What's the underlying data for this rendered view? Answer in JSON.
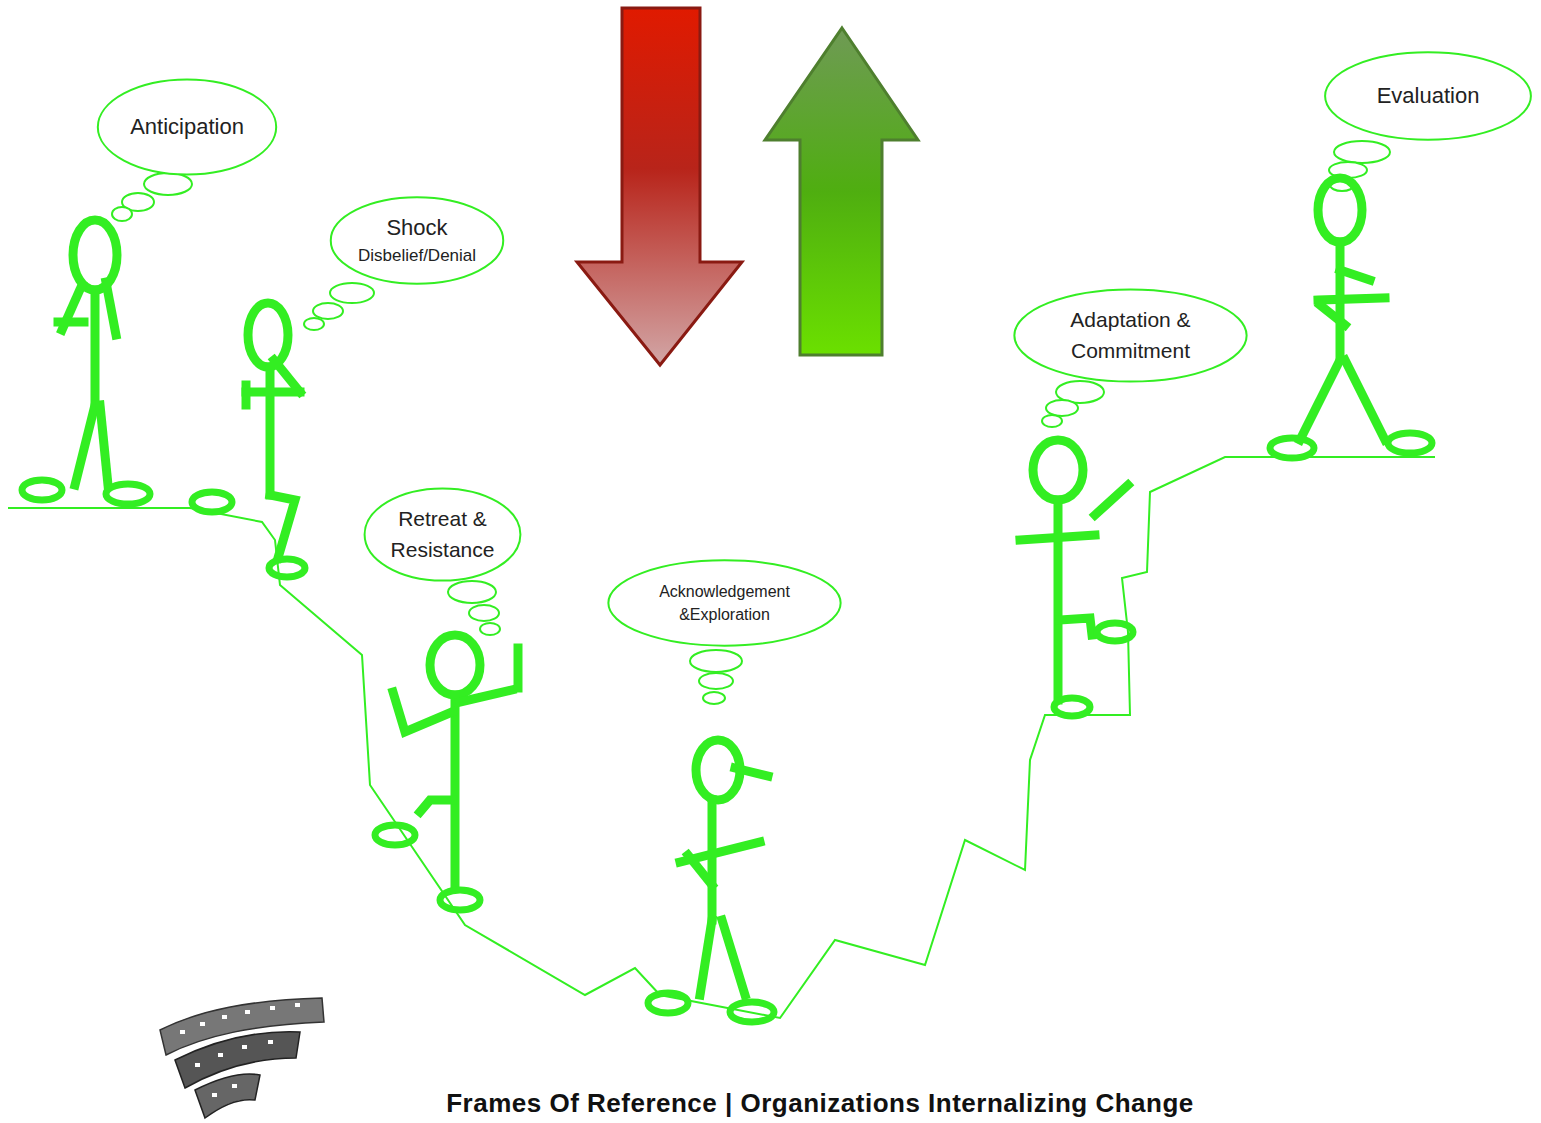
{
  "diagram": {
    "caption": "Frames Of Reference | Organizations Internalizing Change",
    "nodes": [
      {
        "text": [
          "Anticipation"
        ]
      },
      {
        "text": [
          "Shock",
          "Disbelief/Denial"
        ]
      },
      {
        "text": [
          "Retreat & Resistance"
        ]
      },
      {
        "text": [
          "Acknowledgement &Exploration"
        ]
      },
      {
        "text": [
          "Adaptation & Commitment"
        ]
      },
      {
        "text": [
          "Evaluation"
        ]
      }
    ]
  }
}
